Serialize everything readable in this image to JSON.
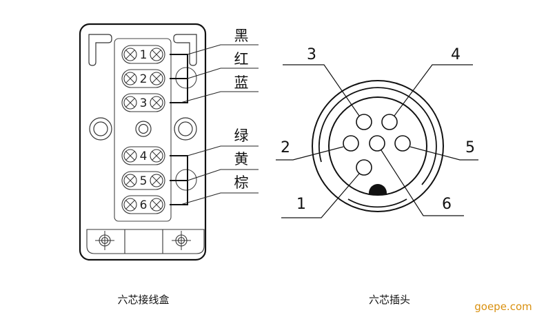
{
  "junction_box": {
    "caption": "六芯接线盒",
    "terminals": [
      {
        "number": "1",
        "wire_color": "黑"
      },
      {
        "number": "2",
        "wire_color": "红"
      },
      {
        "number": "3",
        "wire_color": "蓝"
      },
      {
        "number": "4",
        "wire_color": "绿"
      },
      {
        "number": "5",
        "wire_color": "黄"
      },
      {
        "number": "6",
        "wire_color": "棕"
      }
    ]
  },
  "plug": {
    "caption": "六芯插头",
    "pins": [
      {
        "number": "1"
      },
      {
        "number": "2"
      },
      {
        "number": "3"
      },
      {
        "number": "4"
      },
      {
        "number": "5"
      },
      {
        "number": "6"
      }
    ]
  },
  "watermark": {
    "text": "goepe.com",
    "color": "#d9900f"
  },
  "colors": {
    "line": "#111111",
    "light_line": "#444444",
    "background": "#ffffff"
  }
}
